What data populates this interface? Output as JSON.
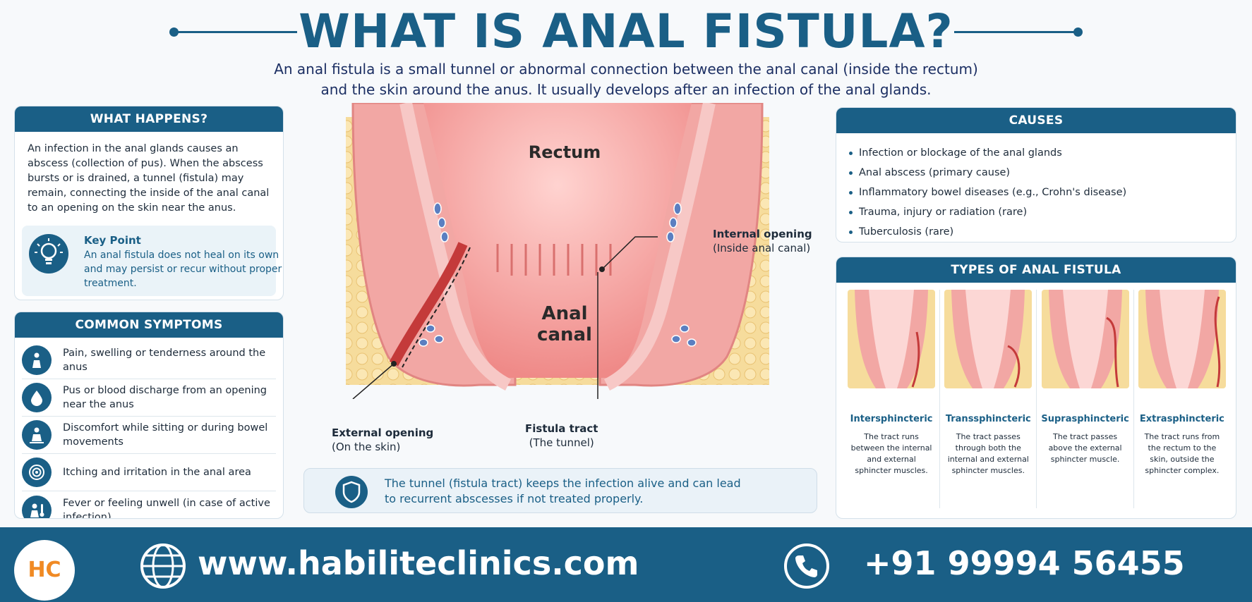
{
  "title": "WHAT IS ANAL FISTULA?",
  "subtitle_line1": "An anal fistula is a small tunnel or abnormal connection between the anal canal (inside the rectum)",
  "subtitle_line2": "and the skin around the anus. It usually develops after an infection of the anal glands.",
  "what_happens": {
    "heading": "WHAT HAPPENS?",
    "text": "An infection in the anal glands causes an abscess (collection of pus). When the abscess bursts or is drained, a tunnel (fistula) may remain, connecting the inside of the anal canal to an opening on the skin near the anus.",
    "key_point_title": "Key Point",
    "key_point_text": "An anal fistula does not heal on its own and may persist or recur without proper treatment."
  },
  "symptoms": {
    "heading": "COMMON SYMPTOMS",
    "items": [
      {
        "text": "Pain, swelling or tenderness around the anus",
        "icon": "person-sitting-icon"
      },
      {
        "text": "Pus or blood discharge from an opening near the anus",
        "icon": "drop-icon"
      },
      {
        "text": "Discomfort while sitting or during bowel movements",
        "icon": "person-discomfort-icon"
      },
      {
        "text": "Itching and irritation in the anal area",
        "icon": "target-icon"
      },
      {
        "text": "Fever or feeling unwell (in case of active infection)",
        "icon": "fever-icon"
      }
    ]
  },
  "diagram": {
    "rectum": "Rectum",
    "anal_canal_1": "Anal",
    "anal_canal_2": "canal",
    "internal_opening_title": "Internal opening",
    "internal_opening_sub": "(Inside anal canal)",
    "external_opening_title": "External opening",
    "external_opening_sub": "(On the skin)",
    "fistula_title": "Fistula tract",
    "fistula_sub": "(The tunnel)"
  },
  "note": {
    "line1": "The tunnel (fistula tract) keeps the infection alive and can lead",
    "line2": "to recurrent abscesses if not treated properly."
  },
  "causes": {
    "heading": "CAUSES",
    "items": [
      "Infection or blockage of the anal glands",
      "Anal abscess (primary cause)",
      "Inflammatory bowel diseases (e.g., Crohn's disease)",
      "Trauma, injury or radiation (rare)",
      "Tuberculosis (rare)"
    ]
  },
  "types": {
    "heading": "TYPES OF ANAL FISTULA",
    "items": [
      {
        "name": "Intersphincteric",
        "desc": "The tract runs between the internal and external sphincter muscles."
      },
      {
        "name": "Transsphincteric",
        "desc": "The tract passes through both the internal and external sphincter muscles."
      },
      {
        "name": "Suprasphincteric",
        "desc": "The tract passes above the external sphincter muscle."
      },
      {
        "name": "Extrasphincteric",
        "desc": "The tract runs from the rectum to the skin, outside the sphincter complex."
      }
    ]
  },
  "footer": {
    "logo": "HC",
    "website": "www.habiliteclinics.com",
    "phone": "+91 99994 56455"
  },
  "colors": {
    "primary": "#1a5f86",
    "tissue": "#f09a98",
    "fat": "#f6d48a",
    "tract": "#c43a3a"
  }
}
